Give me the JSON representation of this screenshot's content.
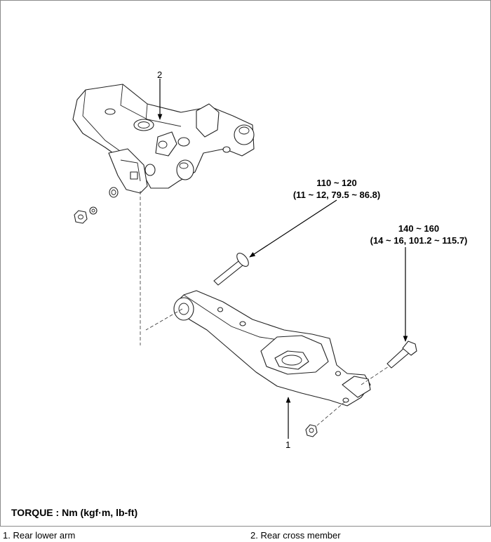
{
  "callouts": {
    "item_1": "1",
    "item_2": "2"
  },
  "torque_specs": {
    "upper_bolt": {
      "nm": "110 ~ 120",
      "detail": "(11 ~ 12, 79.5 ~ 86.8)"
    },
    "right_bolt": {
      "nm": "140 ~ 160",
      "detail": "(14 ~ 16, 101.2 ~ 115.7)"
    }
  },
  "torque_title": "TORQUE : Nm (kgf·m, lb-ft)",
  "legend": {
    "item_1": "1. Rear lower arm",
    "item_2": "2. Rear cross member"
  }
}
